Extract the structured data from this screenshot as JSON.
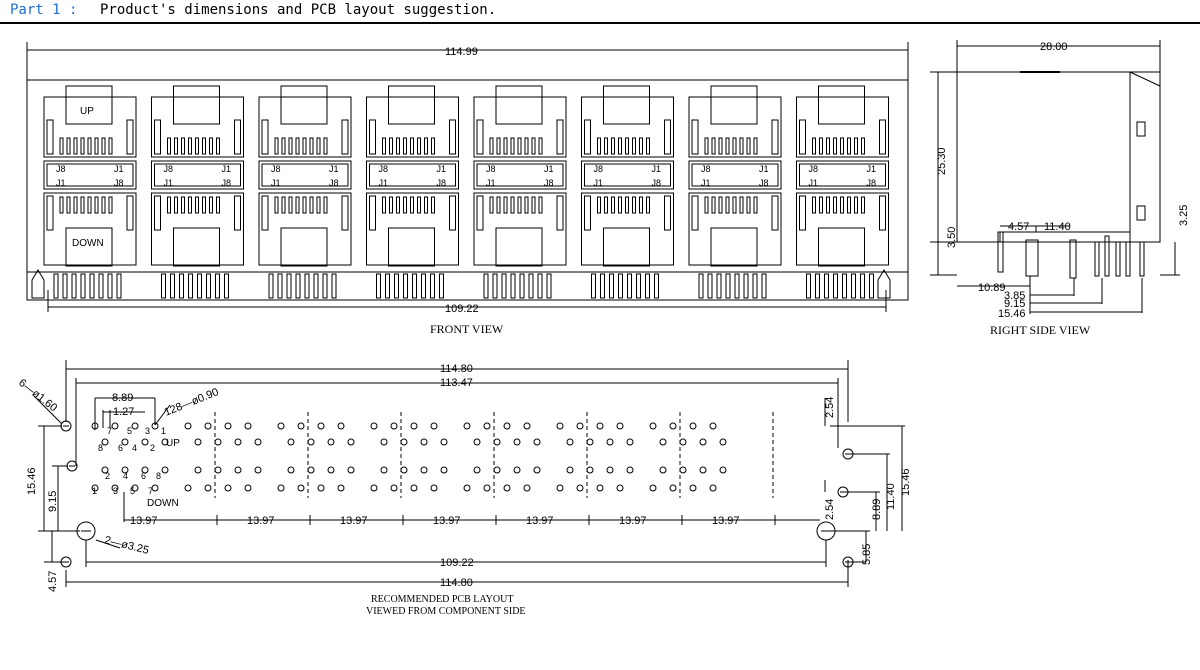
{
  "header": {
    "part": "Part 1 :",
    "description": "Product's dimensions and PCB layout suggestion."
  },
  "front_view": {
    "caption": "FRONT VIEW",
    "top_dim": "114.99",
    "bottom_dim": "109.22",
    "up_label": "UP",
    "down_label": "DOWN",
    "ports": 8,
    "port_labels": {
      "tl": "J8",
      "tr": "J1",
      "bl": "J1",
      "br": "J8"
    }
  },
  "side_view": {
    "caption": "RIGHT SIDE VIEW",
    "dims": {
      "width": "28.00",
      "height": "25.30",
      "base": "3.50",
      "right_base": "3.25",
      "d1": "4.57",
      "d2": "11.40",
      "d3": "10.89",
      "d4": "3.85",
      "d5": "9.15",
      "d6": "15.46"
    }
  },
  "pcb_layout": {
    "caption_line1": "RECOMMENDED PCB LAYOUT",
    "caption_line2": "VIEWED FROM COMPONENT SIDE",
    "top_dim1": "114.80",
    "top_dim2": "113.47",
    "bottom_dim1": "109.22",
    "bottom_dim2": "114.80",
    "hole_small": "6—ø1.60",
    "hole_pin": "128—ø0.90",
    "hole_big": "2—ø3.25",
    "pitch_a": "8.89",
    "pitch_b": "1.27",
    "pitch_c": "2.54",
    "pitch_d": "2.54",
    "port_pitch": "13.97",
    "left_dim1": "15.46",
    "left_dim2": "9.15",
    "left_dim3": "4.57",
    "right_dim1": "15.46",
    "right_dim2": "11.40",
    "right_dim3": "8.89",
    "right_dim4": "5.85",
    "up_label": "UP",
    "down_label": "DOWN",
    "pin_numbers_up": [
      "7",
      "5",
      "3",
      "1",
      "8",
      "6",
      "4",
      "2"
    ],
    "pin_numbers_down": [
      "2",
      "4",
      "6",
      "8",
      "1",
      "3",
      "5",
      "7"
    ]
  }
}
